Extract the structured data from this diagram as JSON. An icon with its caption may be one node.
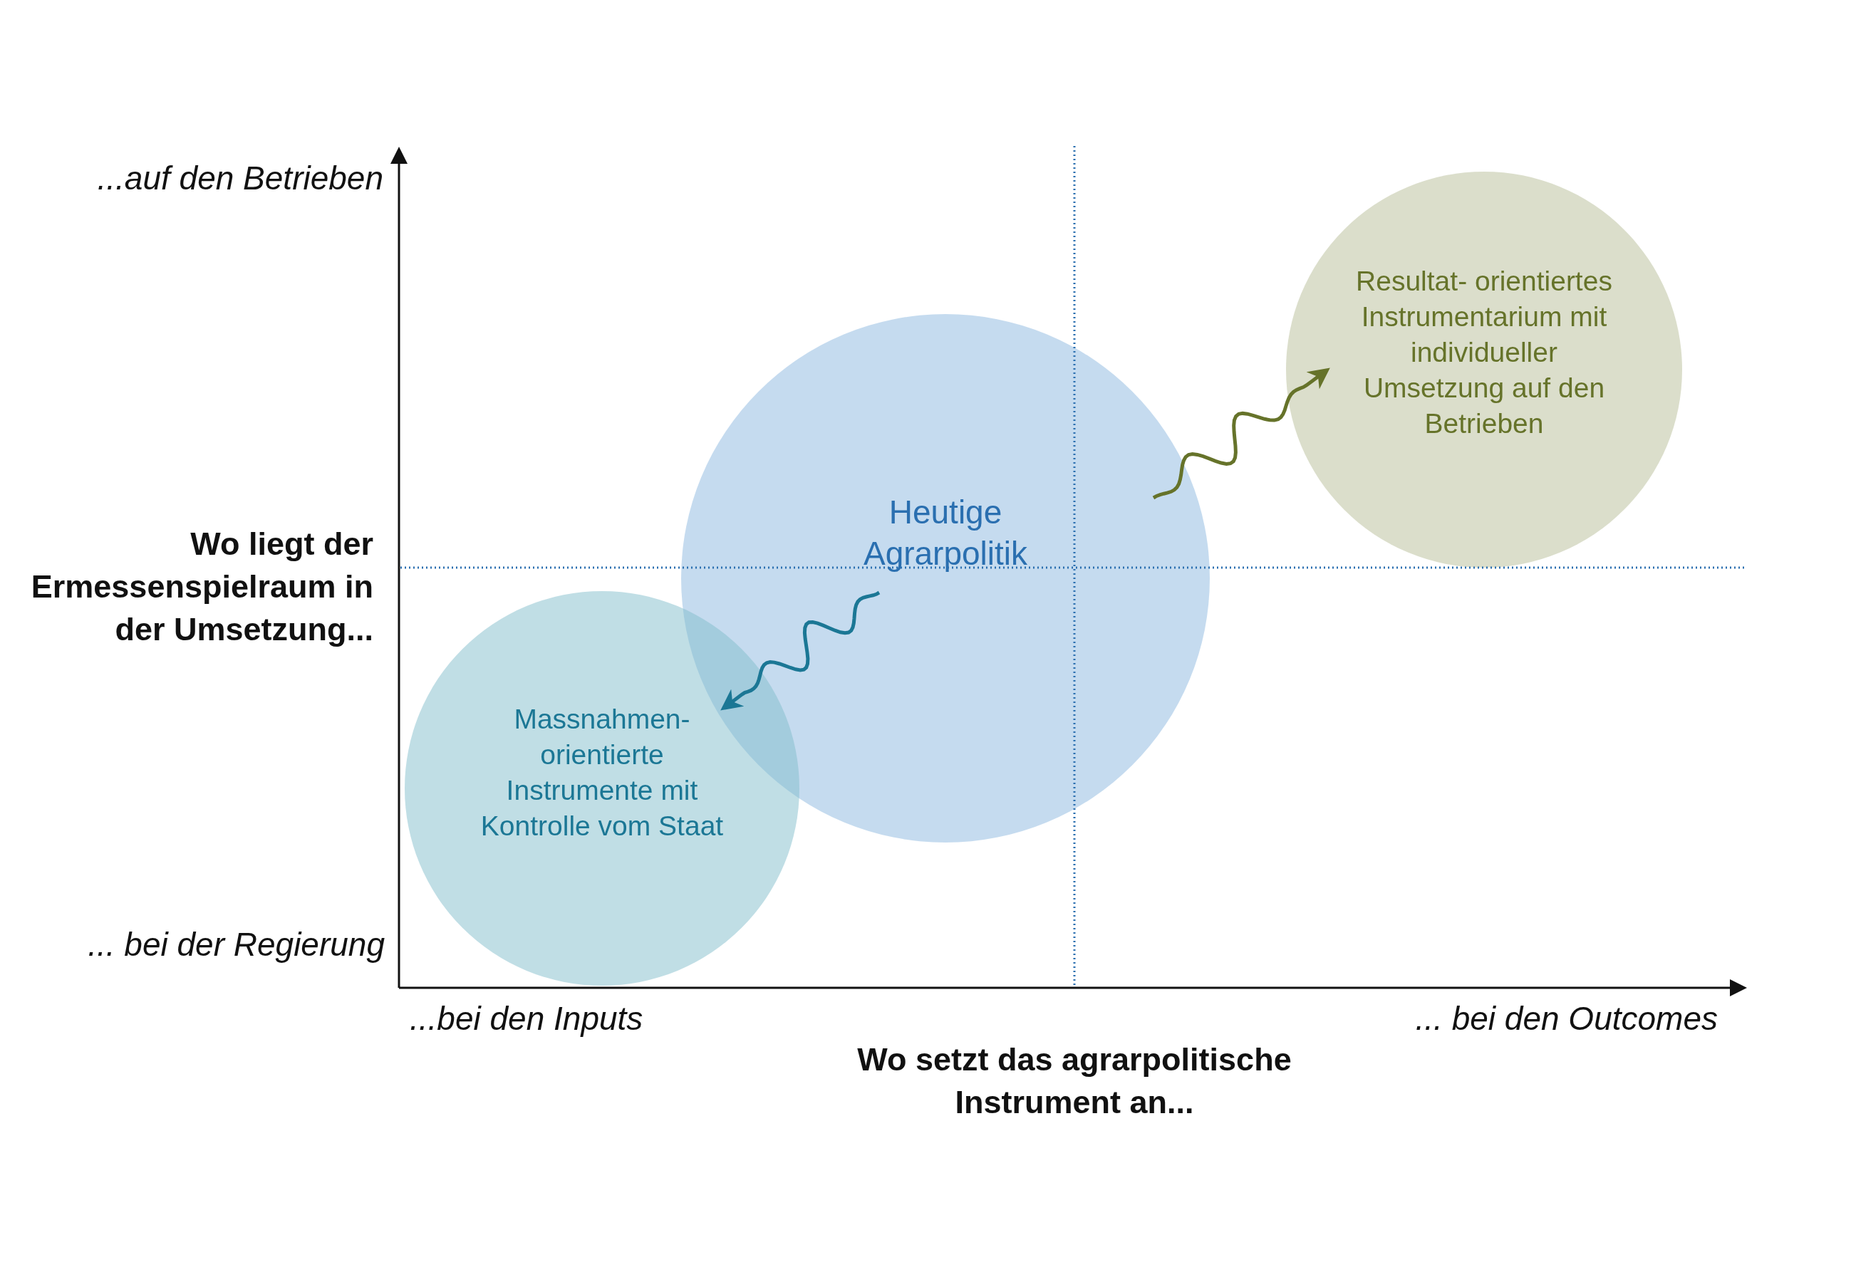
{
  "diagram": {
    "nodes": [
      {
        "text": [
          "Heutige Agrarpolitik"
        ]
      },
      {
        "text": [
          "Massnahmen- orientierte Instrumente mit Kontrolle vom Staat"
        ]
      },
      {
        "text": [
          "Resultat- orientiertes Instrumentarium mit individueller Umsetzung auf den Betrieben"
        ]
      }
    ],
    "edges": [
      {
        "from": 0,
        "to": 1,
        "arrow": "to",
        "color": "#1b7795"
      },
      {
        "from": 0,
        "to": 2,
        "arrow": "to",
        "color": "#66732a"
      }
    ],
    "labels": [
      "...auf den Betrieben",
      "Wo liegt der Ermessenspielraum in der Umsetzung...",
      "... bei der Regierung",
      "...bei den Inputs",
      "... bei den Outcomes",
      "Wo setzt das agrarpolitische Instrument an..."
    ]
  }
}
